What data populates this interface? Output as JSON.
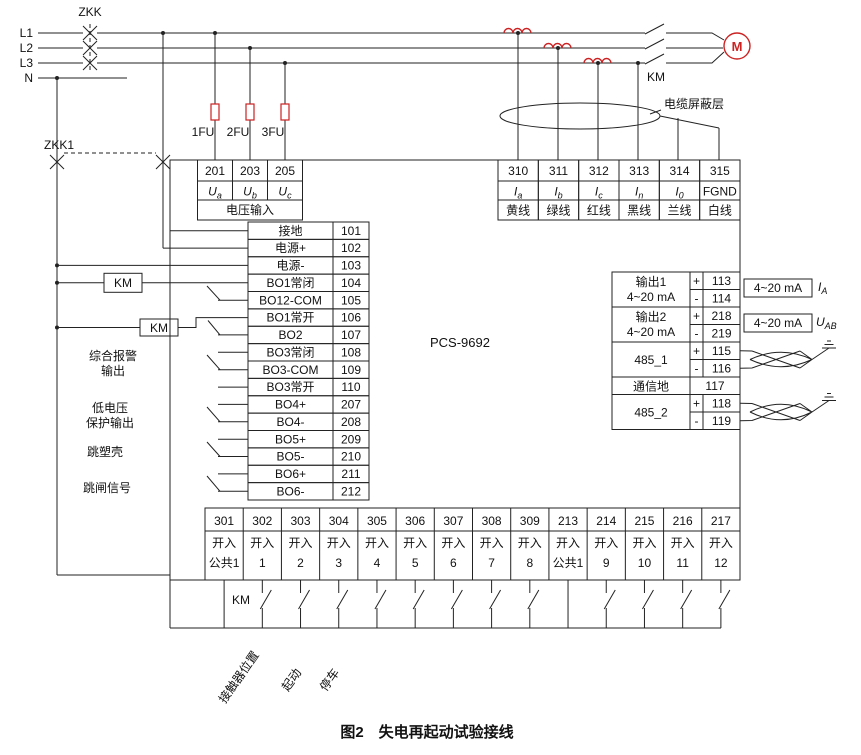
{
  "caption": "图2　失电再起动试验接线",
  "labels": {
    "zkk": "ZKK",
    "zkk1": "ZKK1",
    "l1": "L1",
    "l2": "L2",
    "l3": "L3",
    "n": "N",
    "km": "KM",
    "motor": "M",
    "cable_shield": "电缆屏蔽层",
    "fu1": "1FU",
    "fu2": "2FU",
    "fu3": "3FU",
    "voltage_input": "电压输入",
    "device": "PCS-9692",
    "alarm1": "综合报警",
    "alarm2": "输出",
    "lv1": "低电压",
    "lv2": "保护输出",
    "trip_case": "跳塑壳",
    "trip_signal": "跳闸信号",
    "ma_box": "4~20 mA",
    "ia_main": "I",
    "ia_sub": "A",
    "uab_main": "U",
    "uab_sub": "AB",
    "contactor_pos": "接触器位置",
    "start": "起动",
    "stop": "停车"
  },
  "top_terminals": [
    {
      "num": "201",
      "main": "U",
      "sub": "a"
    },
    {
      "num": "203",
      "main": "U",
      "sub": "b"
    },
    {
      "num": "205",
      "main": "U",
      "sub": "c"
    }
  ],
  "current_terminals": [
    {
      "num": "310",
      "main": "I",
      "sub": "a",
      "wire": "黄线"
    },
    {
      "num": "311",
      "main": "I",
      "sub": "b",
      "wire": "绿线"
    },
    {
      "num": "312",
      "main": "I",
      "sub": "c",
      "wire": "红线"
    },
    {
      "num": "313",
      "main": "I",
      "sub": "n",
      "wire": "黑线"
    },
    {
      "num": "314",
      "main": "I",
      "sub": "0",
      "wire": "兰线"
    },
    {
      "num": "315",
      "main": "FGND",
      "sub": "",
      "wire": "白线"
    }
  ],
  "left_rows": [
    {
      "name": "接地",
      "num": "101"
    },
    {
      "name": "电源+",
      "num": "102"
    },
    {
      "name": "电源-",
      "num": "103"
    },
    {
      "name": "BO1常闭",
      "num": "104"
    },
    {
      "name": "BO12-COM",
      "num": "105"
    },
    {
      "name": "BO1常开",
      "num": "106"
    },
    {
      "name": "BO2",
      "num": "107"
    },
    {
      "name": "BO3常闭",
      "num": "108"
    },
    {
      "name": "BO3-COM",
      "num": "109"
    },
    {
      "name": "BO3常开",
      "num": "110"
    },
    {
      "name": "BO4+",
      "num": "207"
    },
    {
      "name": "BO4-",
      "num": "208"
    },
    {
      "name": "BO5+",
      "num": "209"
    },
    {
      "name": "BO5-",
      "num": "210"
    },
    {
      "name": "BO6+",
      "num": "211"
    },
    {
      "name": "BO6-",
      "num": "212"
    }
  ],
  "right_block": [
    {
      "name": "输出1",
      "name2": "4~20 mA",
      "rows": [
        {
          "pol": "+",
          "num": "113"
        },
        {
          "pol": "-",
          "num": "114"
        }
      ]
    },
    {
      "name": "输出2",
      "name2": "4~20 mA",
      "rows": [
        {
          "pol": "+",
          "num": "218"
        },
        {
          "pol": "-",
          "num": "219"
        }
      ]
    },
    {
      "name": "485_1",
      "rows": [
        {
          "pol": "+",
          "num": "115"
        },
        {
          "pol": "-",
          "num": "116"
        }
      ]
    },
    {
      "name": "通信地",
      "rows": [
        {
          "num": "117"
        }
      ]
    },
    {
      "name": "485_2",
      "rows": [
        {
          "pol": "+",
          "num": "118"
        },
        {
          "pol": "-",
          "num": "119"
        }
      ]
    }
  ],
  "bottom_terminals": [
    {
      "num": "301",
      "l1": "开入",
      "l2": "公共1"
    },
    {
      "num": "302",
      "l1": "开入",
      "l2": "1"
    },
    {
      "num": "303",
      "l1": "开入",
      "l2": "2"
    },
    {
      "num": "304",
      "l1": "开入",
      "l2": "3"
    },
    {
      "num": "305",
      "l1": "开入",
      "l2": "4"
    },
    {
      "num": "306",
      "l1": "开入",
      "l2": "5"
    },
    {
      "num": "307",
      "l1": "开入",
      "l2": "6"
    },
    {
      "num": "308",
      "l1": "开入",
      "l2": "7"
    },
    {
      "num": "309",
      "l1": "开入",
      "l2": "8"
    },
    {
      "num": "213",
      "l1": "开入",
      "l2": "公共1"
    },
    {
      "num": "214",
      "l1": "开入",
      "l2": "9"
    },
    {
      "num": "215",
      "l1": "开入",
      "l2": "10"
    },
    {
      "num": "216",
      "l1": "开入",
      "l2": "11"
    },
    {
      "num": "217",
      "l1": "开入",
      "l2": "12"
    }
  ]
}
